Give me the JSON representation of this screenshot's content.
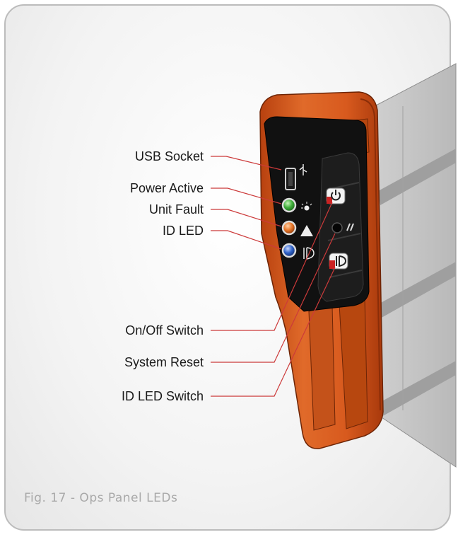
{
  "labels": {
    "usb_socket": "USB Socket",
    "power_active": "Power Active",
    "unit_fault": "Unit Fault",
    "id_led": "ID LED",
    "on_off_switch": "On/Off Switch",
    "system_reset": "System Reset",
    "id_led_switch": "ID LED Switch"
  },
  "caption": "Fig. 17 - Ops Panel LEDs",
  "colors": {
    "panel_orange": "#d9581f",
    "leader_line": "#cc3a3a",
    "led_green": "#3fae3a",
    "led_orange": "#e8772a",
    "led_blue": "#2f63c9"
  },
  "icons": [
    "usb-icon",
    "power-icon",
    "reset-icon",
    "id-icon",
    "sun-icon",
    "warning-icon"
  ]
}
